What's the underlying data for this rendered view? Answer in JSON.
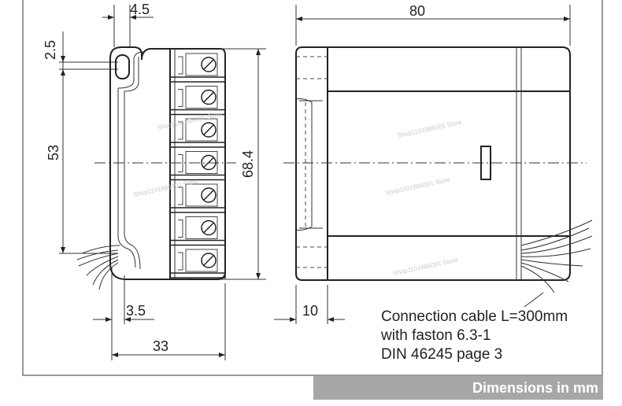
{
  "dimensions": {
    "top_left_width": "4.5",
    "top_right_width": "80",
    "hole_offset": "2.5",
    "hole_spacing": "53",
    "total_height": "68.4",
    "left_bottom_offset": "3.5",
    "left_width": "33",
    "right_bottom_offset": "10"
  },
  "note": {
    "line1": "Connection cable L=300mm",
    "line2": "with faston 6.3-1",
    "line3": "DIN 46245 page 3"
  },
  "footer": "Dimensions in mm",
  "watermark": "Shop1101866001 Store",
  "terminal_count": 7,
  "colors": {
    "line": "#222222",
    "footer_bg": "#a7a7a7",
    "frame": "#9a9a9a"
  }
}
